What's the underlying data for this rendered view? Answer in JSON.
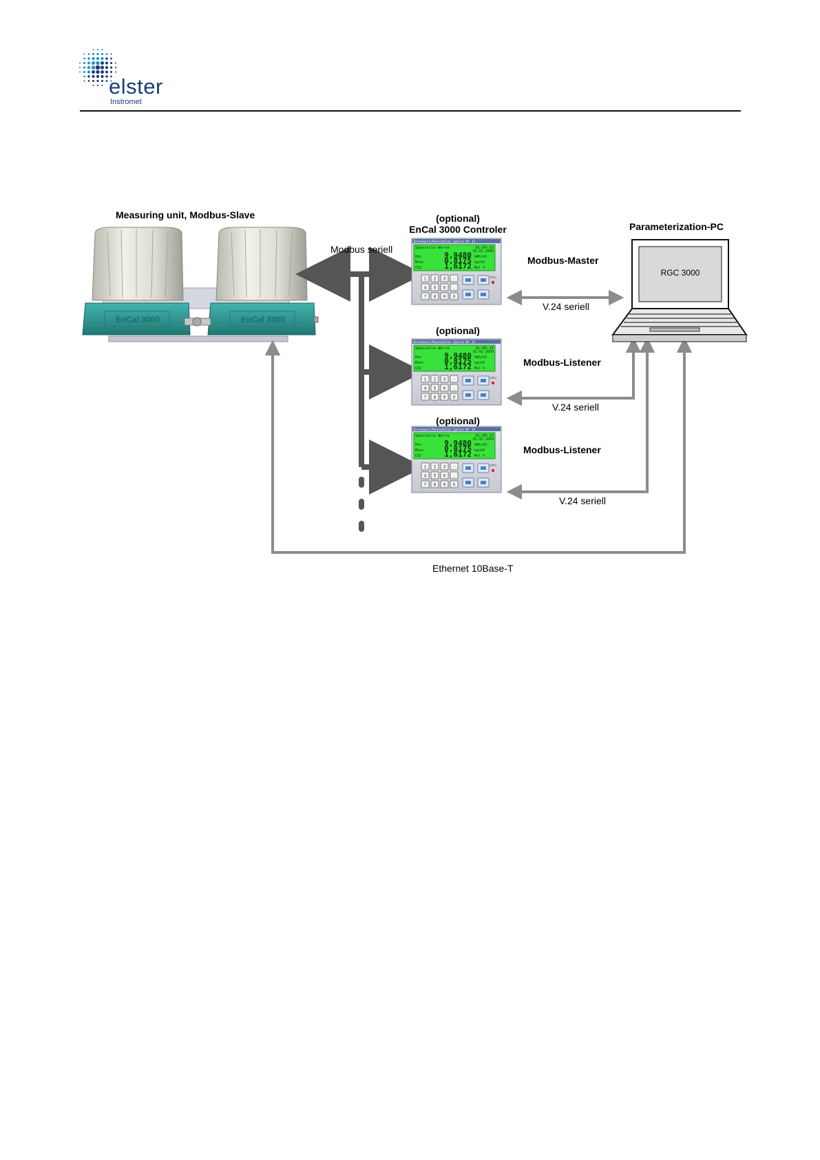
{
  "brand": {
    "name": "elster",
    "sub": "Instromet"
  },
  "diagram": {
    "measuring_unit_label": "Measuring unit, Modbus-Slave",
    "unit_badge": "EnCal 3000",
    "modbus_serial_label": "Modbus seriell",
    "controllers": [
      {
        "optional": "(optional)",
        "name": "EnCal 3000 Controler",
        "role": "Modbus-Master",
        "link": "V.24 seriell"
      },
      {
        "optional": "(optional)",
        "role": "Modbus-Listener",
        "link": "V.24 seriell"
      },
      {
        "optional": "(optional)",
        "role": "Modbus-Listener",
        "link": "V.24 seriell"
      }
    ],
    "pc_label": "Parameterization-PC",
    "pc_screen_text": "RGC 3000",
    "ethernet_label": "Ethernet 10Base-T",
    "display": {
      "header": "Brennwert/Kennzahlen Zyklus-Nr 12",
      "row0": "Spezielle Werte",
      "row0_right": "01:00:15",
      "date": "01-01-2009",
      "lines": [
        {
          "name": "Hsn",
          "value": "9,9480",
          "unit": "kWh/m3"
        },
        {
          "name": "Rhon",
          "value": "0,8175",
          "unit": "kg/m3"
        },
        {
          "name": "CO2",
          "value": "1,6172",
          "unit": "Mol %"
        }
      ],
      "keys": [
        "1",
        "2",
        "3",
        "-",
        "4",
        "5",
        "6",
        ",",
        "7",
        "8",
        "9",
        "0"
      ],
      "status": "CPU"
    }
  },
  "colors": {
    "teal": "#2f9a95",
    "arrow_dark": "#555555",
    "arrow_light": "#8c8c8c",
    "lcd": "#38e23a",
    "brand_blue": "#1a3c7a"
  }
}
